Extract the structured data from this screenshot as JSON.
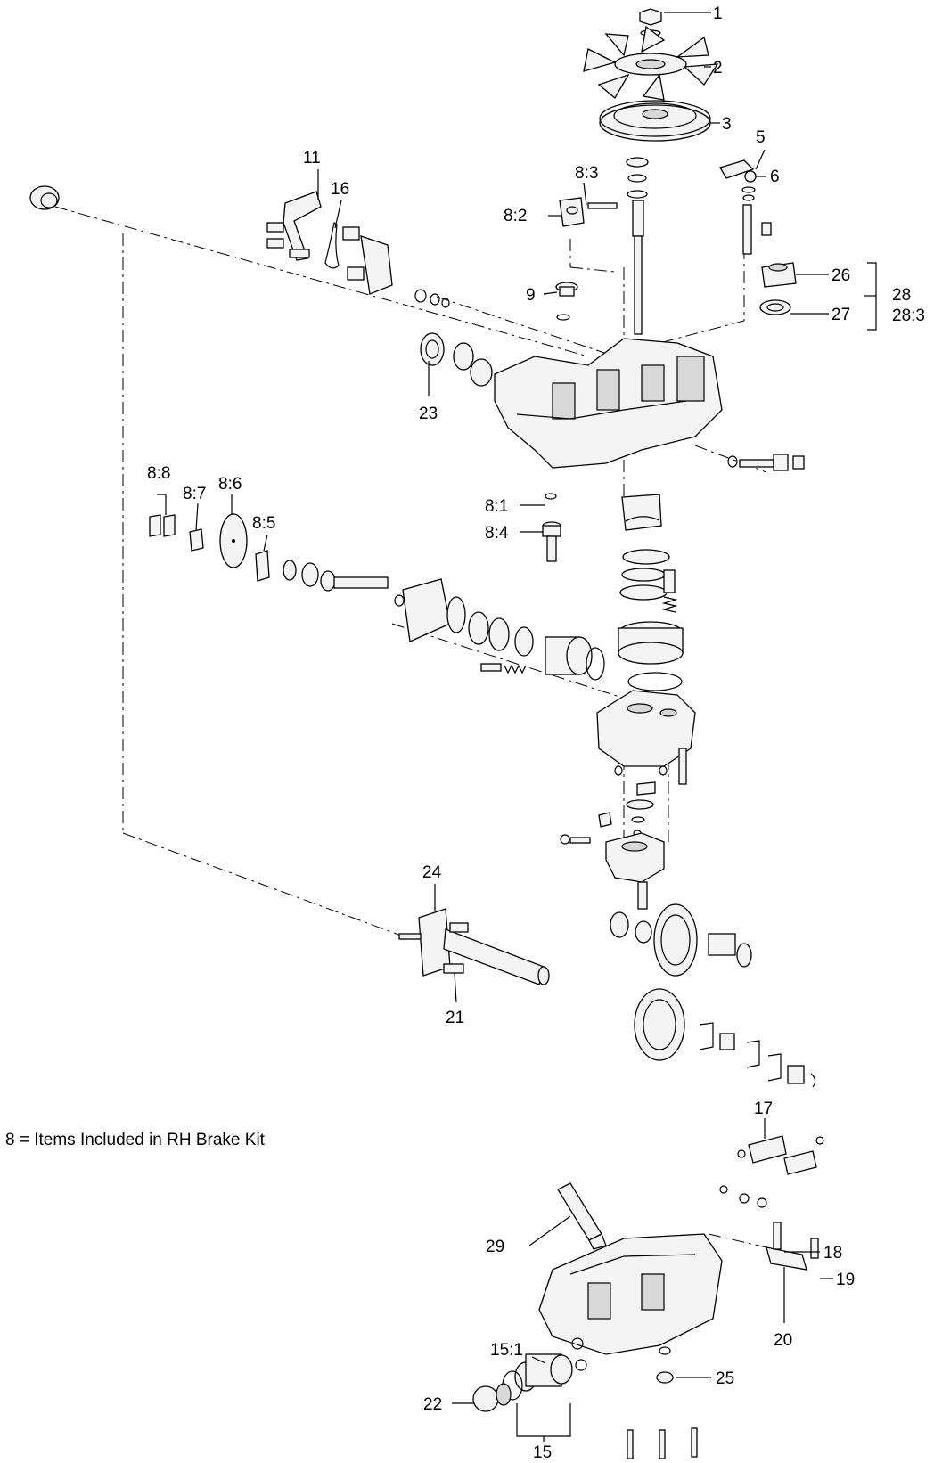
{
  "note": "8 = Items Included in RH Brake Kit",
  "callouts": [
    {
      "id": "1",
      "label": "1"
    },
    {
      "id": "2",
      "label": "2"
    },
    {
      "id": "3",
      "label": "3"
    },
    {
      "id": "5",
      "label": "5"
    },
    {
      "id": "6",
      "label": "6"
    },
    {
      "id": "8-3",
      "label": "8:3"
    },
    {
      "id": "8-2",
      "label": "8:2"
    },
    {
      "id": "11",
      "label": "11"
    },
    {
      "id": "16",
      "label": "16"
    },
    {
      "id": "9",
      "label": "9"
    },
    {
      "id": "26",
      "label": "26"
    },
    {
      "id": "27",
      "label": "27"
    },
    {
      "id": "28",
      "label": "28"
    },
    {
      "id": "28-3",
      "label": "28:3"
    },
    {
      "id": "23",
      "label": "23"
    },
    {
      "id": "8-8",
      "label": "8:8"
    },
    {
      "id": "8-7",
      "label": "8:7"
    },
    {
      "id": "8-6",
      "label": "8:6"
    },
    {
      "id": "8-5",
      "label": "8:5"
    },
    {
      "id": "8-1",
      "label": "8:1"
    },
    {
      "id": "8-4",
      "label": "8:4"
    },
    {
      "id": "24",
      "label": "24"
    },
    {
      "id": "21",
      "label": "21"
    },
    {
      "id": "17",
      "label": "17"
    },
    {
      "id": "29",
      "label": "29"
    },
    {
      "id": "18",
      "label": "18"
    },
    {
      "id": "19",
      "label": "19"
    },
    {
      "id": "20",
      "label": "20"
    },
    {
      "id": "15-1",
      "label": "15:1"
    },
    {
      "id": "25",
      "label": "25"
    },
    {
      "id": "22",
      "label": "22"
    },
    {
      "id": "15",
      "label": "15"
    }
  ]
}
